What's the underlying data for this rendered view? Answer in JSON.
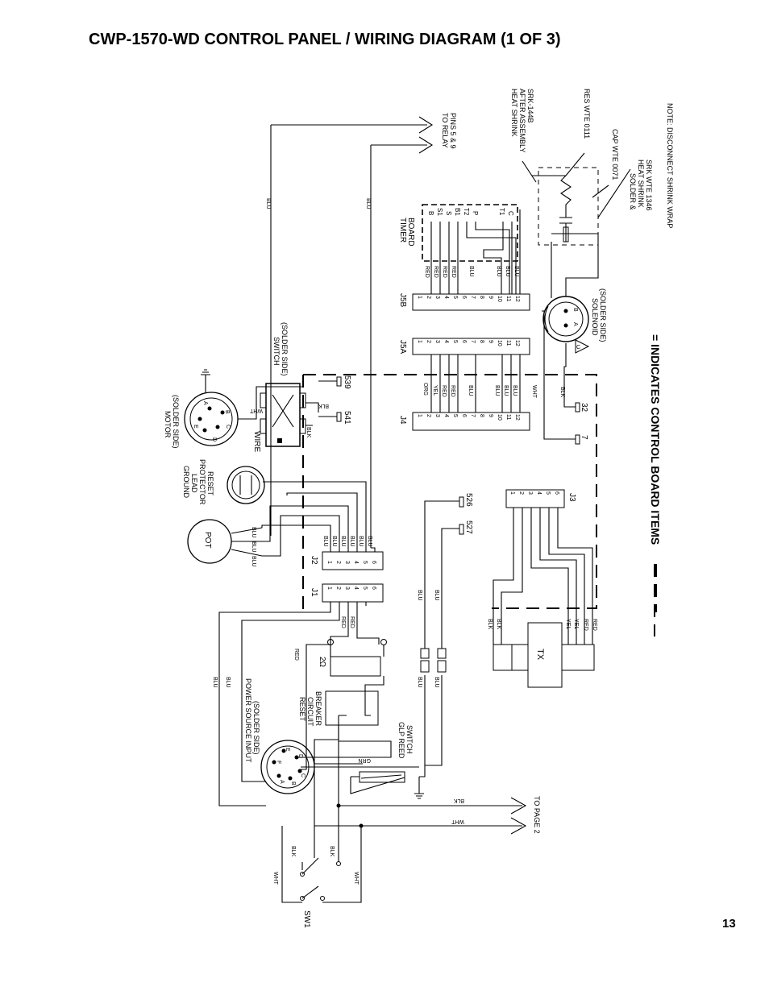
{
  "page": {
    "title": "CWP-1570-WD CONTROL PANEL / WIRING DIAGRAM (1 OF 3)",
    "page_number": "13"
  },
  "legend": {
    "text": "= INDICATES CONTROL BOARD ITEMS"
  },
  "notes": {
    "to_relay": [
      "TO RELAY",
      "PINS 5 & 9"
    ],
    "heat_shrink": [
      "HEAT SHRINK",
      "AFTER ASSEMBLY",
      "SRK-144B"
    ],
    "res": "RES WTE 0111",
    "cap": "CAP WTE 0071",
    "solder": [
      "SOLDER &",
      "HEAT SHRINK",
      "SRK WTE 1346"
    ],
    "note": "NOTE:  DISCONNECT SHRINK WRAP",
    "to_page2": "TO PAGE 2"
  },
  "components": {
    "timer_board": [
      "TIMER",
      "BOARD"
    ],
    "solenoid": [
      "SOLENOID",
      "(SOLDER SIDE)"
    ],
    "switch": [
      "SWITCH",
      "(SOLDER SIDE)"
    ],
    "motor": [
      "MOTOR",
      "(SOLDER SIDE)"
    ],
    "ground_lead": [
      "GROUND",
      "LEAD",
      "PROTECTOR",
      "RESET"
    ],
    "pot": "POT",
    "wire": "WIRE",
    "power_source": [
      "POWER SOURCE INPUT",
      "(SOLDER SIDE)"
    ],
    "reset_cb": [
      "RESET",
      "CIRCUIT",
      "BREAKER"
    ],
    "glp": [
      "GLP REED",
      "SWITCH"
    ],
    "tx": "TX",
    "sw1": "SW1",
    "ohm": "2Ω"
  },
  "connectors": {
    "j5b": "J5B",
    "j5a": "J5A",
    "j4": "J4",
    "j3": "J3",
    "j2": "J2",
    "j1": "J1",
    "pins12": [
      "1",
      "2",
      "3",
      "4",
      "5",
      "6",
      "7",
      "8",
      "9",
      "10",
      "11",
      "12"
    ],
    "pins6": [
      "1",
      "2",
      "3",
      "4",
      "5",
      "6"
    ],
    "timer_pins": [
      "B",
      "S1",
      "S",
      "B1",
      "T2",
      "P",
      "T1",
      "C"
    ],
    "j5b_wires": [
      "RED",
      "RED",
      "RED",
      "RED",
      "BLU",
      "BLU",
      "BLU",
      "BLU"
    ],
    "j4_wires": [
      "ORG",
      "YEL",
      "RED",
      "RED",
      "BLU",
      "BLU",
      "BLU",
      "BLU",
      "WHT"
    ],
    "j2_wires": [
      "BLU",
      "BLU",
      "BLU",
      "BLU",
      "BLU",
      "BLU"
    ],
    "j1_wires": [
      "RED",
      "RED"
    ],
    "tx_wires": [
      "BLK",
      "BLK",
      "YEL",
      "YEL",
      "RED",
      "RED"
    ],
    "motor_pins": [
      "A",
      "B",
      "C",
      "D",
      "E"
    ],
    "power_pins": [
      "A",
      "B",
      "C",
      "D",
      "E",
      "F"
    ],
    "solenoid_pins": [
      "A",
      "B"
    ],
    "terminals": [
      "539",
      "541",
      "32",
      "7",
      "526",
      "527"
    ]
  },
  "wire_labels": {
    "blu": "BLU",
    "blk": "BLK",
    "wht": "WHT",
    "red": "RED",
    "grn": "GRN"
  }
}
